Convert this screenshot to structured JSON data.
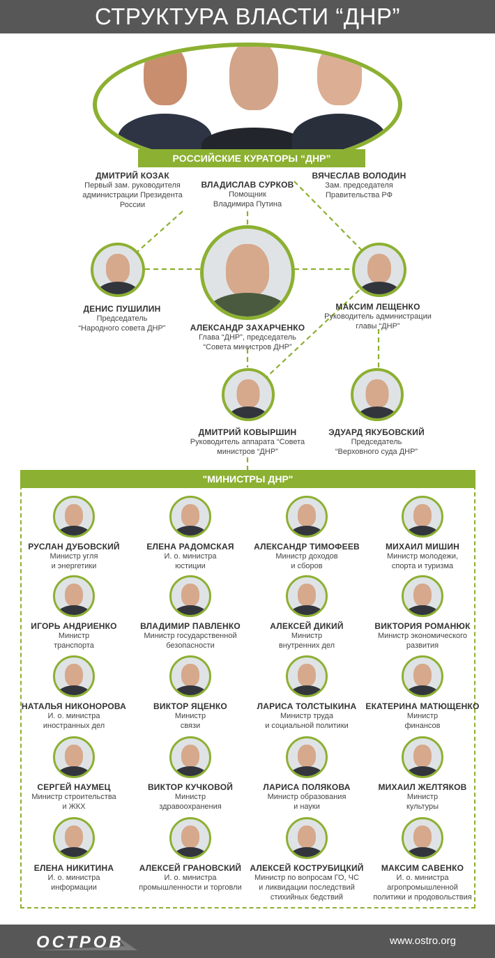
{
  "header": {
    "title": "СТРУКТУРА ВЛАСТИ “ДНР”"
  },
  "curators": {
    "label": "РОССИЙСКИЕ КУРАТОРЫ “ДНР”",
    "kozak": {
      "name": "ДМИТРИЙ КОЗАК",
      "title": [
        "Первый зам. руководителя",
        "администрации Президента",
        "России"
      ]
    },
    "surkov": {
      "name": "ВЛАДИСЛАВ СУРКОВ",
      "title": [
        "Помощник",
        "Владимира Путина"
      ]
    },
    "volodin": {
      "name": "ВЯЧЕСЛАВ ВОЛОДИН",
      "title": [
        "Зам. председателя",
        "Правительства РФ"
      ]
    }
  },
  "leaders": {
    "pushilin": {
      "name": "ДЕНИС ПУШИЛИН",
      "title": [
        "Председатель",
        "“Народного совета ДНР”"
      ]
    },
    "zakharchenko": {
      "name": "АЛЕКСАНДР ЗАХАРЧЕНКО",
      "title": [
        "Глава “ДНР”, председатель",
        "“Совета министров ДНР”"
      ]
    },
    "leshchenko": {
      "name": "МАКСИМ ЛЕЩЕНКО",
      "title": [
        "Руководитель администрации",
        "главы “ДНР”"
      ]
    },
    "kovyrshin": {
      "name": "ДМИТРИЙ КОВЫРШИН",
      "title": [
        "Руководитель аппарата “Совета",
        "министров “ДНР”"
      ]
    },
    "yakubovsky": {
      "name": "ЭДУАРД ЯКУБОВСКИЙ",
      "title": [
        "Председатель",
        "“Верховного суда ДНР”"
      ]
    }
  },
  "ministers": {
    "label": "\"МИНИСТРЫ ДНР\"",
    "items": [
      {
        "name": "РУСЛАН ДУБОВСКИЙ",
        "title": [
          "Министр угля",
          "и энергетики"
        ]
      },
      {
        "name": "ЕЛЕНА РАДОМСКАЯ",
        "title": [
          "И. о. министра",
          "юстиции"
        ]
      },
      {
        "name": "АЛЕКСАНДР ТИМОФЕЕВ",
        "title": [
          "Министр доходов",
          "и сборов"
        ]
      },
      {
        "name": "МИХАИЛ МИШИН",
        "title": [
          "Министр молодежи,",
          "спорта и туризма"
        ]
      },
      {
        "name": "ИГОРЬ АНДРИЕНКО",
        "title": [
          "Министр",
          "транспорта"
        ]
      },
      {
        "name": "ВЛАДИМИР ПАВЛЕНКО",
        "title": [
          "Министр государственной",
          "безопасности"
        ]
      },
      {
        "name": "АЛЕКСЕЙ ДИКИЙ",
        "title": [
          "Министр",
          "внутренних дел"
        ]
      },
      {
        "name": "ВИКТОРИЯ РОМАНЮК",
        "title": [
          "Министр экономического",
          "развития"
        ]
      },
      {
        "name": "НАТАЛЬЯ НИКОНОРОВА",
        "title": [
          "И. о. министра",
          "иностранных дел"
        ]
      },
      {
        "name": "ВИКТОР ЯЦЕНКО",
        "title": [
          "Министр",
          "связи"
        ]
      },
      {
        "name": "ЛАРИСА ТОЛСТЫКИНА",
        "title": [
          "Министр труда",
          "и социальной политики"
        ]
      },
      {
        "name": "ЕКАТЕРИНА МАТЮЩЕНКО",
        "title": [
          "Министр",
          "финансов"
        ]
      },
      {
        "name": "СЕРГЕЙ НАУМЕЦ",
        "title": [
          "Министр строительства",
          "и ЖКХ"
        ]
      },
      {
        "name": "ВИКТОР КУЧКОВОЙ",
        "title": [
          "Министр",
          "здравоохранения"
        ]
      },
      {
        "name": "ЛАРИСА ПОЛЯКОВА",
        "title": [
          "Министр образования",
          "и науки"
        ]
      },
      {
        "name": "МИХАИЛ ЖЕЛТЯКОВ",
        "title": [
          "Министр",
          "культуры"
        ]
      },
      {
        "name": "ЕЛЕНА НИКИТИНА",
        "title": [
          "И. о. министра",
          "информации"
        ]
      },
      {
        "name": "АЛЕКСЕЙ ГРАНОВСКИЙ",
        "title": [
          "И. о. министра",
          "промышленности и торговли"
        ]
      },
      {
        "name": "АЛЕКСЕЙ КОСТРУБИЦКИЙ",
        "title": [
          "Министр по вопросам ГО, ЧС",
          "и ликвидации последствий",
          "стихийных бедствий"
        ]
      },
      {
        "name": "МАКСИМ САВЕНКО",
        "title": [
          "И. о. министра",
          "агропромышленной",
          "политики и продовольствия"
        ]
      }
    ]
  },
  "footer": {
    "logo": "ОСТРОВ",
    "site": "www.ostro.org"
  },
  "colors": {
    "accent": "#8cb031",
    "bar": "#575757"
  }
}
